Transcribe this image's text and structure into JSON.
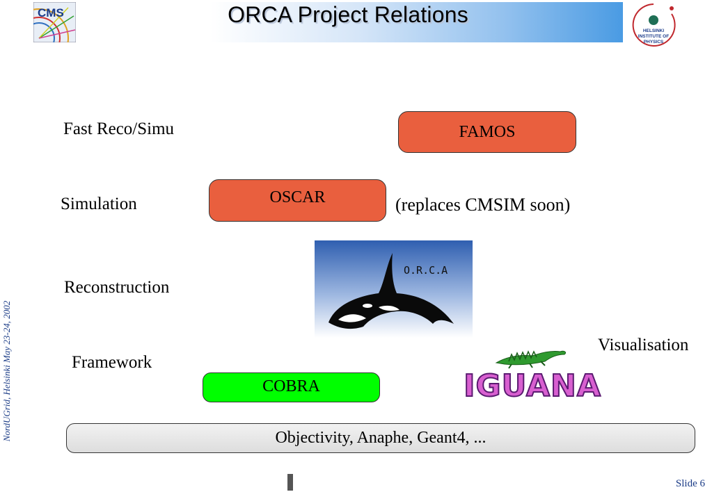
{
  "header": {
    "title": "ORCA Project Relations",
    "cms_logo_text": "CMS",
    "hip_logo_text": "HELSINKI INSTITUTE OF PHYSICS"
  },
  "rows": {
    "fast_label": "Fast Reco/Simu",
    "famos_box": "FAMOS",
    "simulation_label": "Simulation",
    "oscar_box": "OSCAR",
    "oscar_note": "(replaces CMSIM soon)",
    "reconstruction_label": "Reconstruction",
    "orca_logo_text": "O.R.C.A",
    "visualisation_label": "Visualisation",
    "iguana_logo_text": "IGUANA",
    "framework_label": "Framework",
    "cobra_box": "COBRA",
    "base_box": "Objectivity, Anaphe, Geant4, ..."
  },
  "footer": {
    "side_note": "NordUGrid, Helsinki May 23-24, 2002",
    "slide_number": "Slide 6"
  },
  "colors": {
    "famos_oscar": "#e95f3e",
    "cobra": "#00ff00",
    "footer_text": "#1a3b86"
  }
}
